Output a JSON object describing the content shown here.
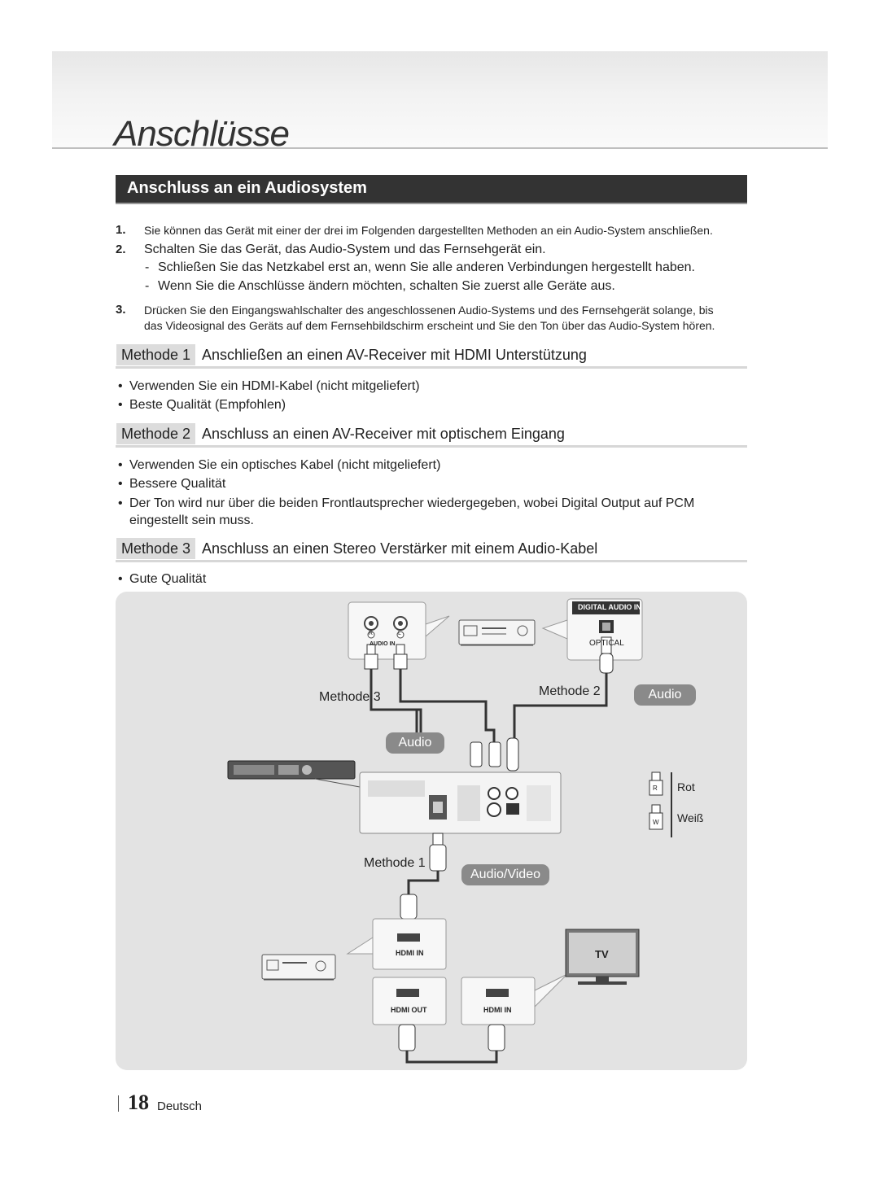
{
  "header": {
    "title": "Anschlüsse"
  },
  "section": {
    "title": "Anschluss an ein Audiosystem"
  },
  "steps": [
    {
      "num": "1.",
      "text": "Sie können das Gerät mit einer der drei im Folgenden dargestellten Methoden an ein Audio-System anschließen."
    },
    {
      "num": "2.",
      "text": "Schalten Sie das Gerät, das Audio-System und das Fernsehgerät ein."
    },
    {
      "num": "-",
      "text": "Schließen Sie das Netzkabel erst an, wenn Sie alle anderen Verbindungen hergestellt haben."
    },
    {
      "num": "-",
      "text": "Wenn Sie die Anschlüsse ändern möchten, schalten Sie zuerst alle Geräte aus."
    },
    {
      "num": "3.",
      "text": "Drücken Sie den Eingangswahlschalter des angeschlossenen Audio-Systems und des Fernsehgerät solange, bis"
    },
    {
      "num": "",
      "text": "das Videosignal des Geräts auf dem Fernsehbildschirm erscheint und Sie den Ton über das Audio-System hören."
    }
  ],
  "methods": [
    {
      "tag": "Methode 1",
      "title": "Anschließen an einen AV-Receiver mit HDMI Unterstützung",
      "bullets": [
        "Verwenden Sie ein HDMI-Kabel (nicht mitgeliefert)",
        "Beste Qualität (Empfohlen)"
      ]
    },
    {
      "tag": "Methode 2",
      "title": "Anschluss an einen AV-Receiver mit optischem Eingang",
      "bullets": [
        "Verwenden Sie ein optisches Kabel (nicht mitgeliefert)",
        "Bessere Qualität",
        "Der Ton wird nur über die beiden Frontlautsprecher wiedergegeben, wobei Digital Output auf PCM",
        "eingestellt sein muss."
      ]
    },
    {
      "tag": "Methode 3",
      "title": "Anschluss an einen Stereo Verstärker mit einem Audio-Kabel",
      "bullets": [
        "Gute Qualität"
      ]
    }
  ],
  "diagram": {
    "digital_audio_in": "DIGITAL AUDIO IN",
    "optical": "OPTICAL",
    "audio_in": "AUDIO IN",
    "r": "R",
    "l": "L",
    "w": "W",
    "methode3": "Methode 3",
    "methode2": "Methode 2",
    "methode1": "Methode 1",
    "audio_pill_1": "Audio",
    "audio_pill_2": "Audio",
    "audio_video_pill": "Audio/Video",
    "legend_rot": "Rot",
    "legend_weiss": "Weiß",
    "hdmi_in_1": "HDMI IN",
    "hdmi_out": "HDMI OUT",
    "hdmi_in_2": "HDMI IN",
    "tv": "TV"
  },
  "footer": {
    "page": "18",
    "language": "Deutsch"
  }
}
